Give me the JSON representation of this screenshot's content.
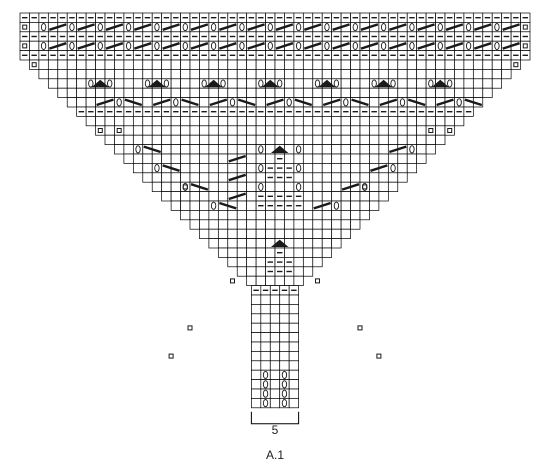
{
  "diagram": {
    "title": "A.1",
    "repeat_label": "5",
    "grid_width_stitches": 54,
    "rows": 42,
    "colors": {
      "grid_line": "#000000",
      "background": "#ffffff",
      "symbol": "#1a1a1a"
    },
    "symbol_names": {
      "purl": "purl-dash",
      "yarn_over": "yarn-over-oval",
      "decrease": "diagonal-bar-decrease",
      "double_decrease": "triangle-double-decrease",
      "box": "small-square"
    }
  }
}
